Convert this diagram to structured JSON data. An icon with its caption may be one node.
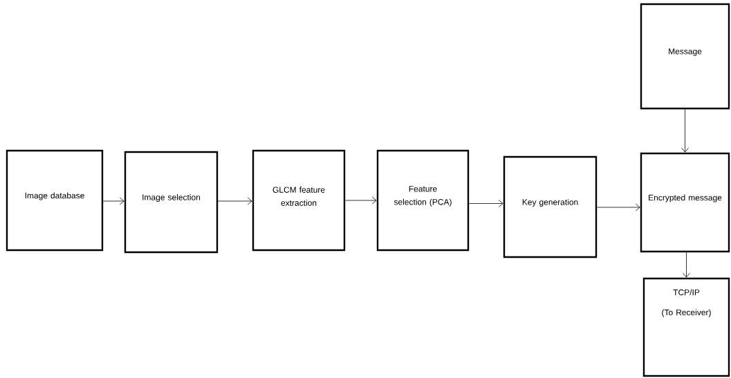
{
  "diagram": {
    "nodes": [
      {
        "text": [
          "Image database"
        ]
      },
      {
        "text": [
          "Image selection"
        ]
      },
      {
        "text": [
          "GLCM feature extraction"
        ]
      },
      {
        "text": [
          "Feature selection (PCA)"
        ]
      },
      {
        "text": [
          "Key generation"
        ]
      },
      {
        "text": [
          "Message"
        ]
      },
      {
        "text": [
          "Encrypted message"
        ]
      },
      {
        "text": [
          "TCP/IP",
          "(To Receiver)"
        ]
      }
    ],
    "edges": [
      {
        "from": 0,
        "to": 1,
        "arrow": "to"
      },
      {
        "from": 1,
        "to": 2,
        "arrow": "to"
      },
      {
        "from": 2,
        "to": 3,
        "arrow": "to"
      },
      {
        "from": 3,
        "to": 4,
        "arrow": "to"
      },
      {
        "from": 4,
        "to": 6,
        "arrow": "to"
      },
      {
        "from": 5,
        "to": 6,
        "arrow": "to"
      },
      {
        "from": 6,
        "to": 7,
        "arrow": "to"
      }
    ]
  }
}
